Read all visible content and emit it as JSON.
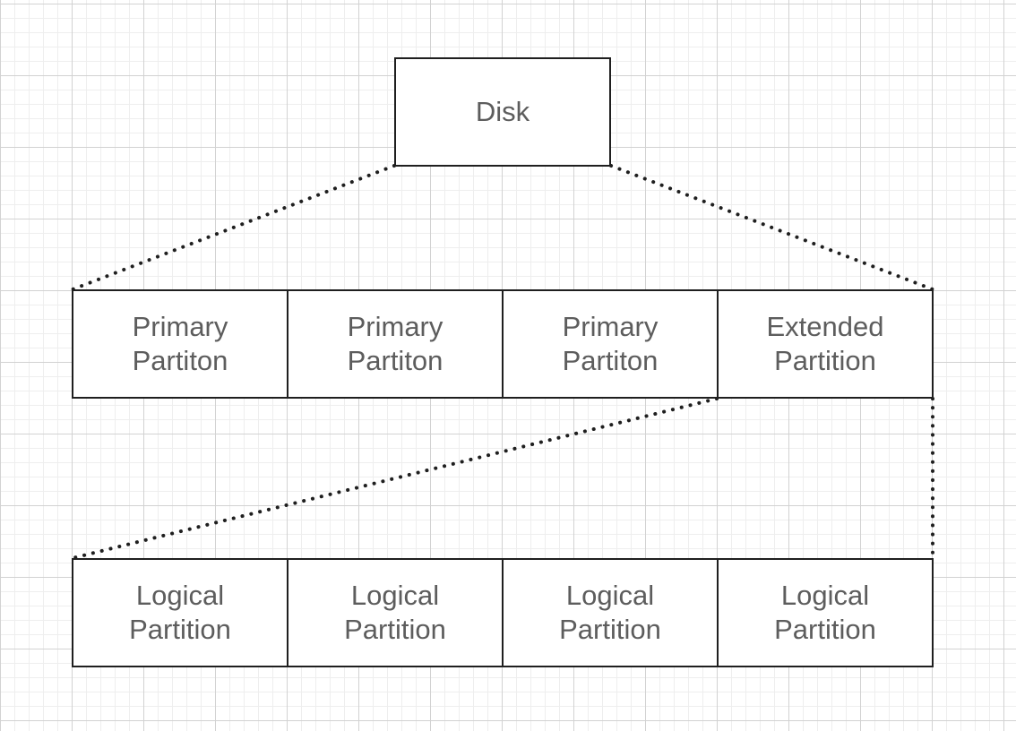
{
  "diagram": {
    "root": {
      "label": "Disk"
    },
    "primary_row": [
      {
        "label": "Primary\nPartiton"
      },
      {
        "label": "Primary\nPartiton"
      },
      {
        "label": "Primary\nPartiton"
      },
      {
        "label": "Extended\nPartition"
      }
    ],
    "logical_row": [
      {
        "label": "Logical\nPartition"
      },
      {
        "label": "Logical\nPartition"
      },
      {
        "label": "Logical\nPartition"
      },
      {
        "label": "Logical\nPartition"
      }
    ],
    "connector_style": "dotted",
    "colors": {
      "stroke": "#1f1f1f",
      "text": "#5d5d5d",
      "grid_major": "#d2d2d2",
      "grid_minor": "#eeeeee"
    }
  }
}
